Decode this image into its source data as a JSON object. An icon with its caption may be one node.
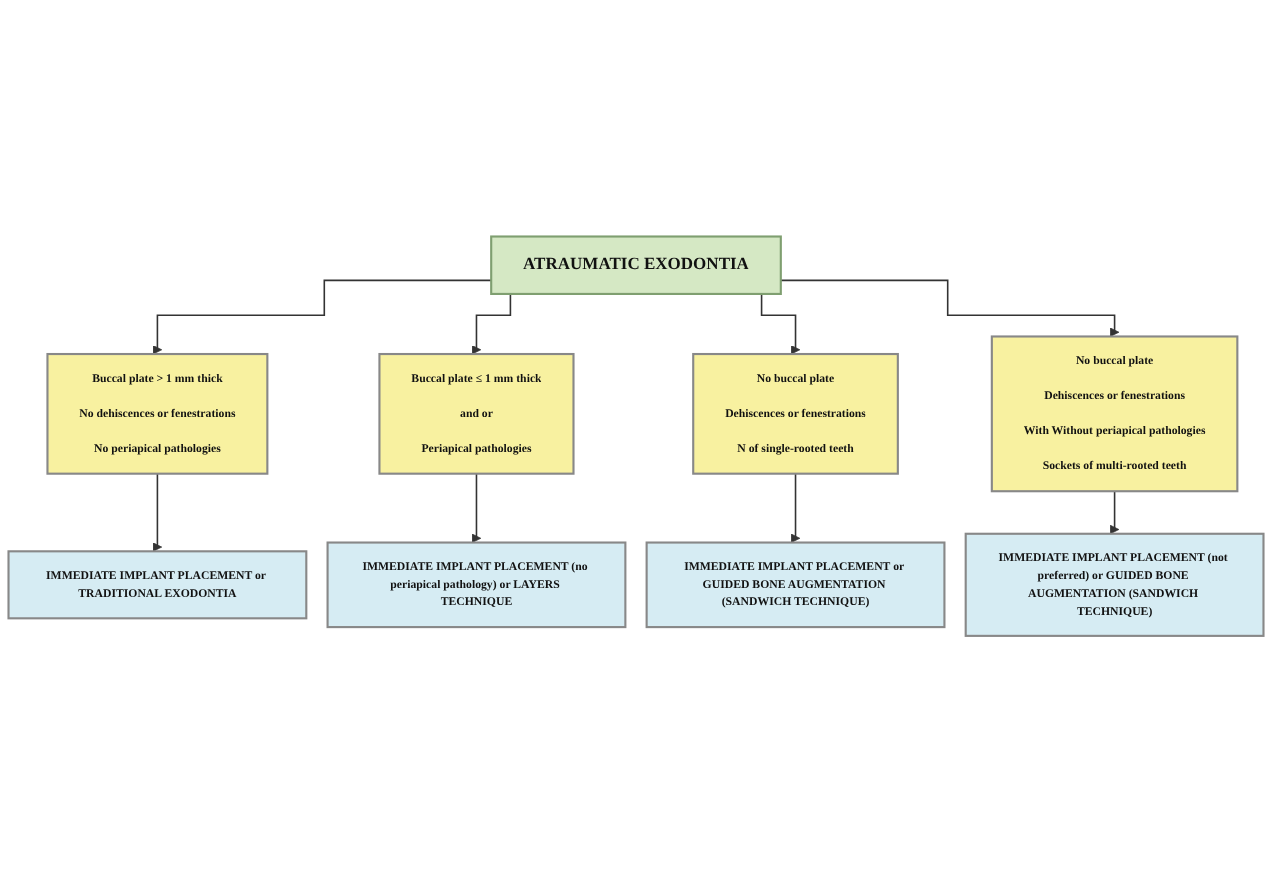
{
  "diagram": {
    "nodes": [
      {
        "text": [
          "ATRAUMATIC EXODONTIA"
        ]
      },
      {
        "text": [
          "Buccal plate > 1 mm thick",
          "No dehiscences or fenestrations",
          "No periapical pathologies"
        ]
      },
      {
        "text": [
          "Buccal plate ≤ 1 mm thick",
          "and or",
          "Periapical pathologies"
        ]
      },
      {
        "text": [
          "No buccal plate",
          "Dehiscences or fenestrations",
          "N of single-rooted teeth"
        ]
      },
      {
        "text": [
          "No buccal plate",
          "Dehiscences or fenestrations",
          "With Without periapical pathologies",
          "Sockets of multi-rooted teeth"
        ]
      },
      {
        "text": [
          "IMMEDIATE IMPLANT PLACEMENT or TRADITIONAL EXODONTIA"
        ]
      },
      {
        "text": [
          "IMMEDIATE IMPLANT PLACEMENT (no periapical pathology) or LAYERS TECHNIQUE"
        ]
      },
      {
        "text": [
          "IMMEDIATE IMPLANT PLACEMENT or GUIDED BONE AUGMENTATION (SANDWICH TECHNIQUE)"
        ]
      },
      {
        "text": [
          "IMMEDIATE IMPLANT PLACEMENT (not preferred) or GUIDED BONE AUGMENTATION (SANDWICH TECHNIQUE)"
        ]
      }
    ],
    "edges": [
      {
        "from": 0,
        "to": 1,
        "arrow": "to"
      },
      {
        "from": 0,
        "to": 2,
        "arrow": "to"
      },
      {
        "from": 0,
        "to": 3,
        "arrow": "to"
      },
      {
        "from": 0,
        "to": 4,
        "arrow": "to"
      },
      {
        "from": 1,
        "to": 5,
        "arrow": "to"
      },
      {
        "from": 2,
        "to": 6,
        "arrow": "to"
      },
      {
        "from": 3,
        "to": 7,
        "arrow": "to"
      },
      {
        "from": 4,
        "to": 8,
        "arrow": "to"
      }
    ]
  }
}
